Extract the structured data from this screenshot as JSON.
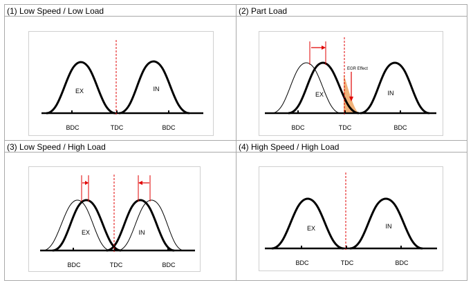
{
  "panels": [
    {
      "title": "(1) Low Speed / Low Load",
      "ex": "EX",
      "in": "IN",
      "bdc_left": "BDC",
      "tdc": "TDC",
      "bdc_right": "BDC"
    },
    {
      "title": "(2) Part Load",
      "ex": "EX",
      "in": "IN",
      "bdc_left": "BDC",
      "tdc": "TDC",
      "bdc_right": "BDC",
      "annotation": "EGR Effect"
    },
    {
      "title": "(3) Low Speed / High Load",
      "ex": "EX",
      "in": "IN",
      "bdc_left": "BDC",
      "tdc": "TDC",
      "bdc_right": "BDC"
    },
    {
      "title": "(4) High Speed / High Load",
      "ex": "EX",
      "in": "IN",
      "bdc_left": "BDC",
      "tdc": "TDC",
      "bdc_right": "BDC"
    }
  ],
  "colors": {
    "curve": "#000000",
    "tdc_line": "#e00000",
    "arrow": "#e00000",
    "egr_fill": "#f0b27a",
    "border": "#a9a9a9"
  }
}
